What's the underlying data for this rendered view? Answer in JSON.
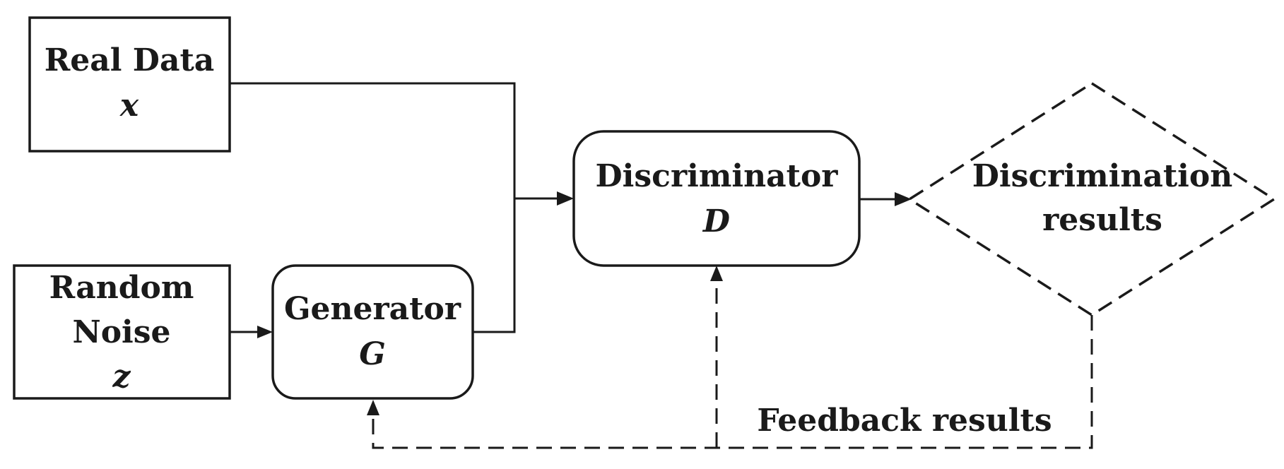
{
  "nodes": {
    "real_data": {
      "label": "Real Data",
      "var": "x"
    },
    "random_noise": {
      "label_line1": "Random",
      "label_line2": "Noise",
      "var": "z"
    },
    "generator": {
      "label": "Generator",
      "var": "G"
    },
    "discriminator": {
      "label": "Discriminator",
      "var": "D"
    },
    "discrimination_results": {
      "label_line1": "Discrimination",
      "label_line2": "results"
    }
  },
  "edges": {
    "feedback_label": "Feedback results"
  },
  "colors": {
    "stroke": "#1a1a1a",
    "background": "#ffffff"
  }
}
